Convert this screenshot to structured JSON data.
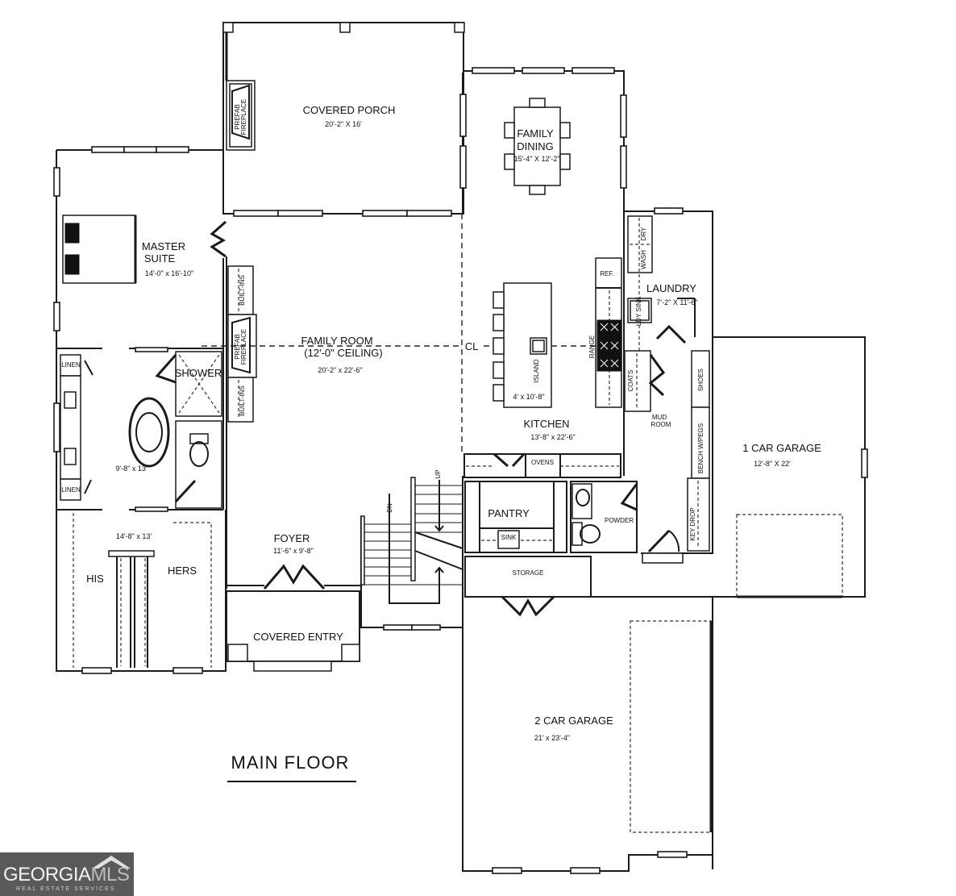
{
  "plan": {
    "title": "MAIN FLOOR",
    "centerline_label": "CL",
    "rooms": {
      "covered_porch": {
        "name": "COVERED PORCH",
        "dims": "20'-2\" X 16'"
      },
      "family_dining": {
        "name_line1": "FAMILY",
        "name_line2": "DINING",
        "dims": "15'-4\" X 12'-2\""
      },
      "master_suite": {
        "name_line1": "MASTER",
        "name_line2": "SUITE",
        "dims": "14'-0\" x 16'-10\""
      },
      "family_room": {
        "name": "FAMILY ROOM",
        "ceiling": "(12'-0\" CEILING)",
        "dims": "20'-2\" x 22'-6\""
      },
      "kitchen": {
        "name": "KITCHEN",
        "dims": "13'-8\" x 22'-6\""
      },
      "island": {
        "name": "ISLAND",
        "dims": "4' x 10'-8\""
      },
      "laundry": {
        "name": "LAUNDRY",
        "dims": "7'-2\" X 11'-6\""
      },
      "mud_room": {
        "name_line1": "MUD",
        "name_line2": "ROOM"
      },
      "one_car_garage": {
        "name": "1 CAR GARAGE",
        "dims": "12'-8\" X 22'"
      },
      "master_bath": {
        "dims": "9'-8\" x 13'"
      },
      "shower": {
        "name": "SHOWER"
      },
      "closet": {
        "dims": "14'-8\" x 13'",
        "his": "HIS",
        "hers": "HERS"
      },
      "foyer": {
        "name": "FOYER",
        "dims": "11'-6\" x 9'-8\""
      },
      "covered_entry": {
        "name": "COVERED ENTRY"
      },
      "pantry": {
        "name": "PANTRY"
      },
      "powder": {
        "name": "POWDER"
      },
      "storage": {
        "name": "STORAGE"
      },
      "two_car_garage": {
        "name": "2 CAR GARAGE",
        "dims": "21' x 23'-4\""
      }
    },
    "fixtures": {
      "prefab_fireplace_line1": "PREFAB",
      "prefab_fireplace_line2": "FIREPLACE",
      "built_ins": "BUILT-INS",
      "ref": "REF.",
      "range": "RANGE",
      "ovens": "OVENS",
      "coats": "COATS",
      "shoes": "SHOES",
      "bench": "BENCH W/PEGS",
      "key_drop": "KEY DROP",
      "linen": "LINEN",
      "dryer": "DRY",
      "washer": "WASH",
      "laundry_sink": "LDY SINK",
      "sink": "SINK",
      "stair_up": "UP",
      "stair_dn": "DN"
    }
  },
  "logo": {
    "main_a": "GEORGIA",
    "main_b": "MLS",
    "sub": "REAL ESTATE SERVICES"
  }
}
